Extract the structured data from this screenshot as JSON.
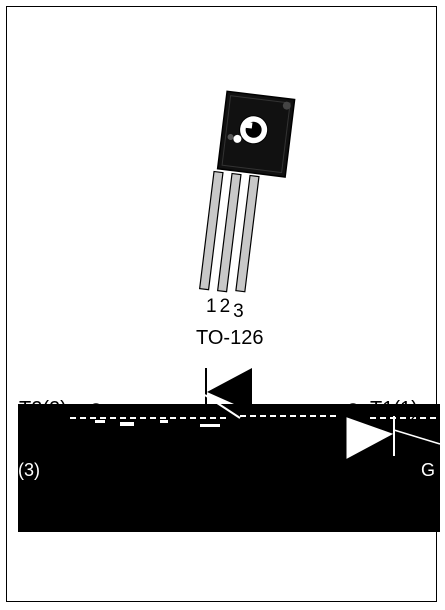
{
  "package": {
    "name": "TO-126",
    "pin_numbers": [
      "1",
      "2",
      "3"
    ]
  },
  "terminals": {
    "t2_label": "T2(2)",
    "t1_label": "T1(1)",
    "gate_label": "(3)",
    "gate_label_right": "G"
  },
  "colors": {
    "ink": "#000000",
    "lead": "#c8c8c8",
    "background": "#ffffff"
  }
}
